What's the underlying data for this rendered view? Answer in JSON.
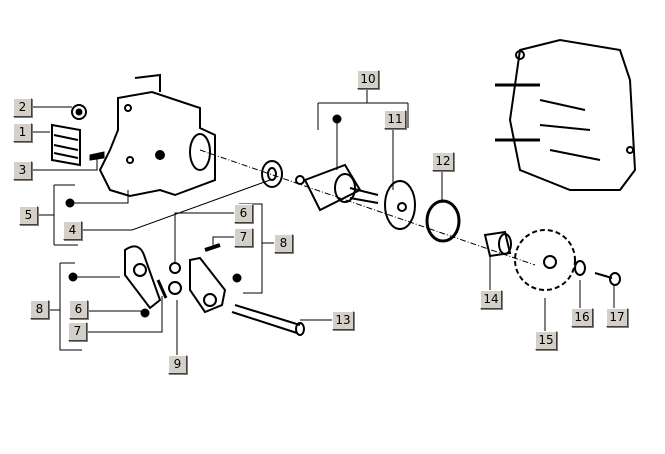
{
  "diagram": {
    "labels": [
      "1",
      "2",
      "3",
      "4",
      "5",
      "6",
      "7",
      "8",
      "9",
      "10",
      "11",
      "12",
      "13",
      "14",
      "15",
      "16",
      "17"
    ],
    "ink_color": "#000000",
    "label_bg": "#d4d0c8"
  }
}
